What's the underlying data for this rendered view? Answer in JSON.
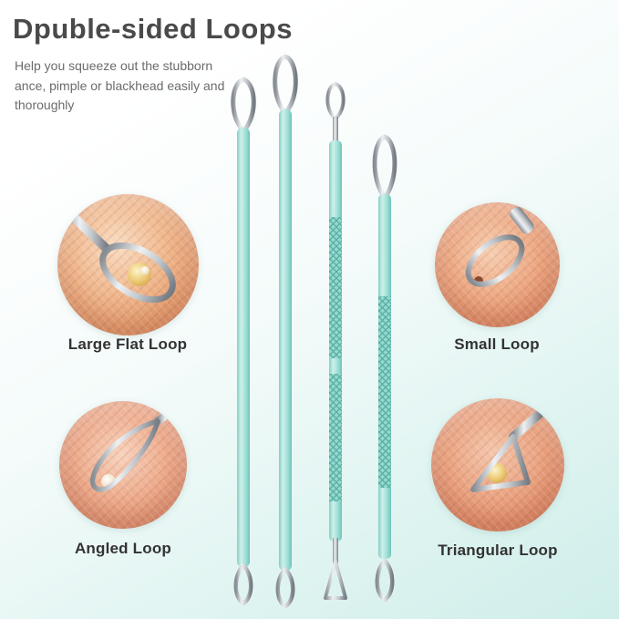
{
  "page": {
    "title": "Dpuble-sided Loops",
    "description": "Help you squeeze out the stubborn ance, pimple or blackhead easily and thoroughly"
  },
  "callouts": {
    "top_left": "Large Flat Loop",
    "top_right": "Small Loop",
    "bottom_left": "Angled Loop",
    "bottom_right": "Triangular Loop"
  },
  "figures": {
    "tools": [
      "double-sided-loop-tool-1",
      "double-sided-loop-tool-2",
      "double-sided-knurled-loop-tool-3",
      "double-sided-knurled-loop-tool-4"
    ],
    "photos": [
      "large-flat-loop-on-skin-photo",
      "small-loop-on-skin-photo",
      "angled-loop-on-skin-photo",
      "triangular-loop-on-skin-photo"
    ]
  },
  "colors": {
    "accent_teal": "#9adcd3",
    "background_mint": "#cfeeea",
    "title_gray": "#4a4a4a",
    "body_gray": "#6b6b6b",
    "metal_gray": "#b9bec4",
    "pimple_yellow": "#eecb74"
  }
}
